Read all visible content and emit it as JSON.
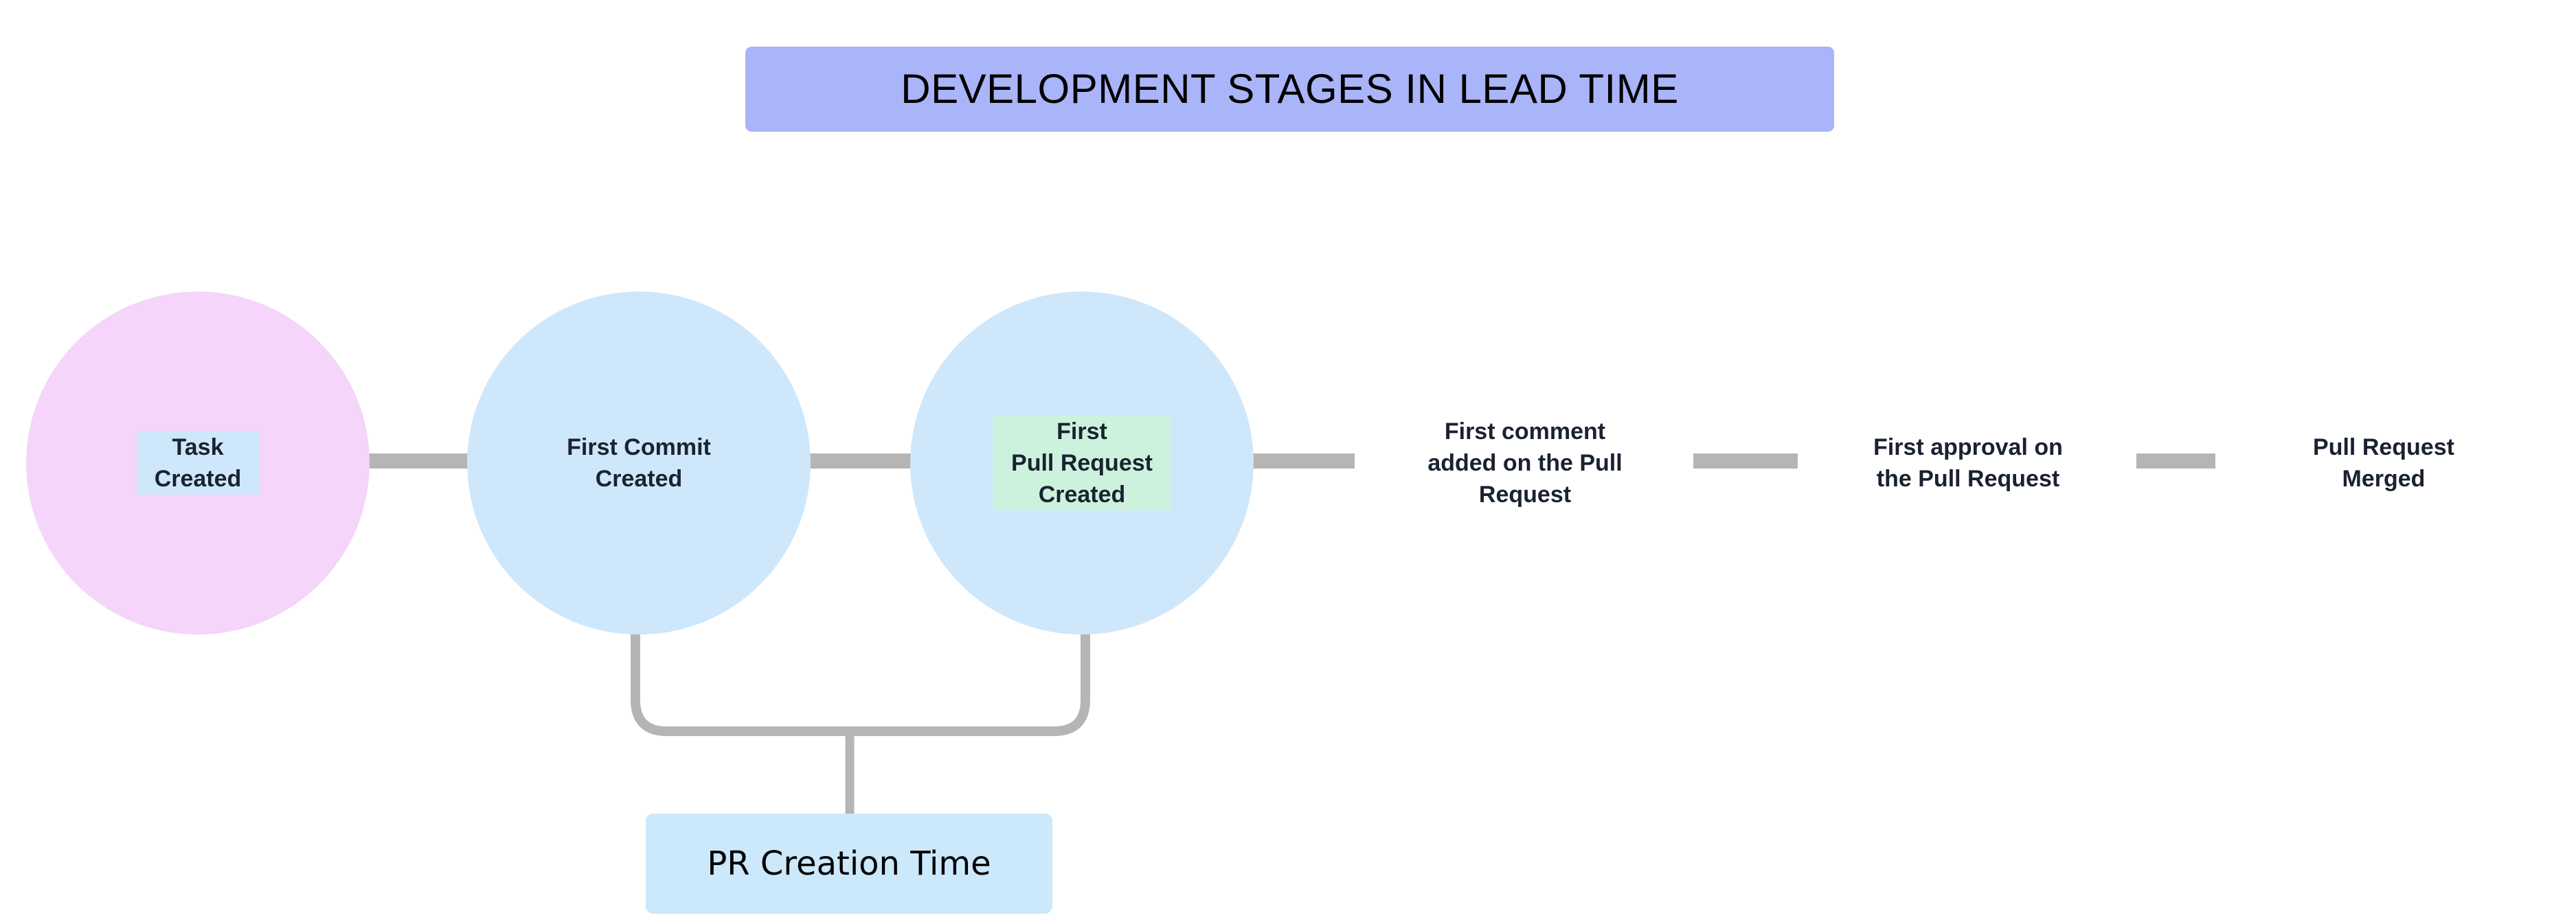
{
  "diagram": {
    "title": "DEVELOPMENT STAGES IN LEAD TIME",
    "title_background_color": "#aab4f8",
    "background_color": "#ffffff",
    "connector_color": "#b5b5b5",
    "stages": [
      {
        "id": "task-created",
        "label": "Task\nCreated",
        "fill_color": "#f5d5fa",
        "text_color": "#1a2230"
      },
      {
        "id": "first-commit-created",
        "label": "First Commit\nCreated",
        "fill_color": "#cfe7fb",
        "text_color": "#1a2230"
      },
      {
        "id": "first-pull-request-created",
        "label": "First\nPull Request\nCreated",
        "fill_color": "#cfe7fb",
        "text_color": "#1a2230"
      },
      {
        "id": "first-comment-added",
        "label": "First comment\nadded on the Pull\nRequest",
        "fill_color": "#cfe7fb",
        "text_color": "#1a2230"
      },
      {
        "id": "first-approval",
        "label": "First approval on\nthe Pull Request",
        "fill_color": "#cfe7fb",
        "text_color": "#1a2230"
      },
      {
        "id": "pull-request-merged",
        "label": "Pull Request\nMerged",
        "fill_color": "#ccf2dd",
        "text_color": "#1a2230"
      }
    ],
    "annotations": [
      {
        "id": "pr-creation-time",
        "label": "PR Creation Time",
        "fill_color": "#cce8fb",
        "text_color": "#000000",
        "spans_from": "first-commit-created",
        "spans_to": "first-pull-request-created"
      }
    ]
  }
}
